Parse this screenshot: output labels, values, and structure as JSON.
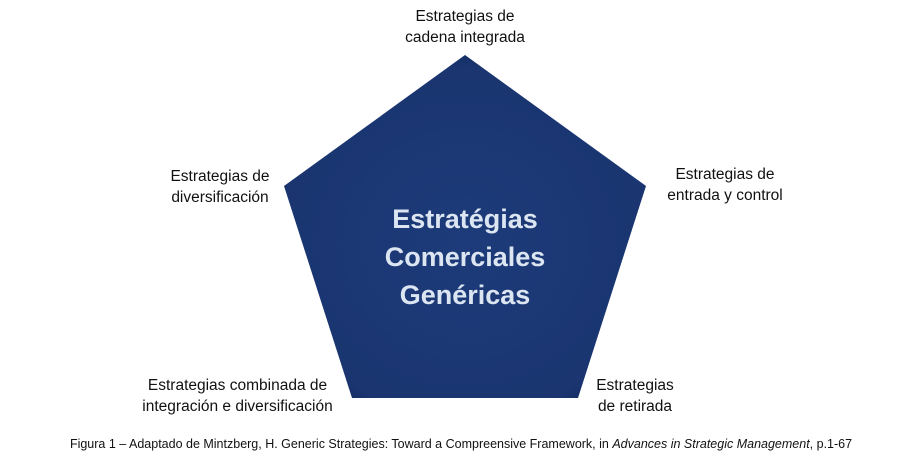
{
  "center_title": [
    "Estratégias",
    "Comerciales",
    "Genéricas"
  ],
  "nodes": {
    "top": [
      "Estrategias de",
      "cadena integrada"
    ],
    "right": [
      "Estrategias de",
      "entrada y control"
    ],
    "bottom_right": [
      "Estrategias",
      "de retirada"
    ],
    "bottom_left": [
      "Estrategias combinada de",
      "integración e diversificación"
    ],
    "left": [
      "Estrategias de",
      "diversificación"
    ]
  },
  "caption": {
    "prefix": "Figura 1 – Adaptado de Mintzberg, H. Generic Strategies: Toward a Compreensive Framework,  in ",
    "italic": "Advances in Strategic Management",
    "suffix": ", p.1-67"
  },
  "colors": {
    "shape": "#1b3873",
    "text": "#dce6f2"
  }
}
